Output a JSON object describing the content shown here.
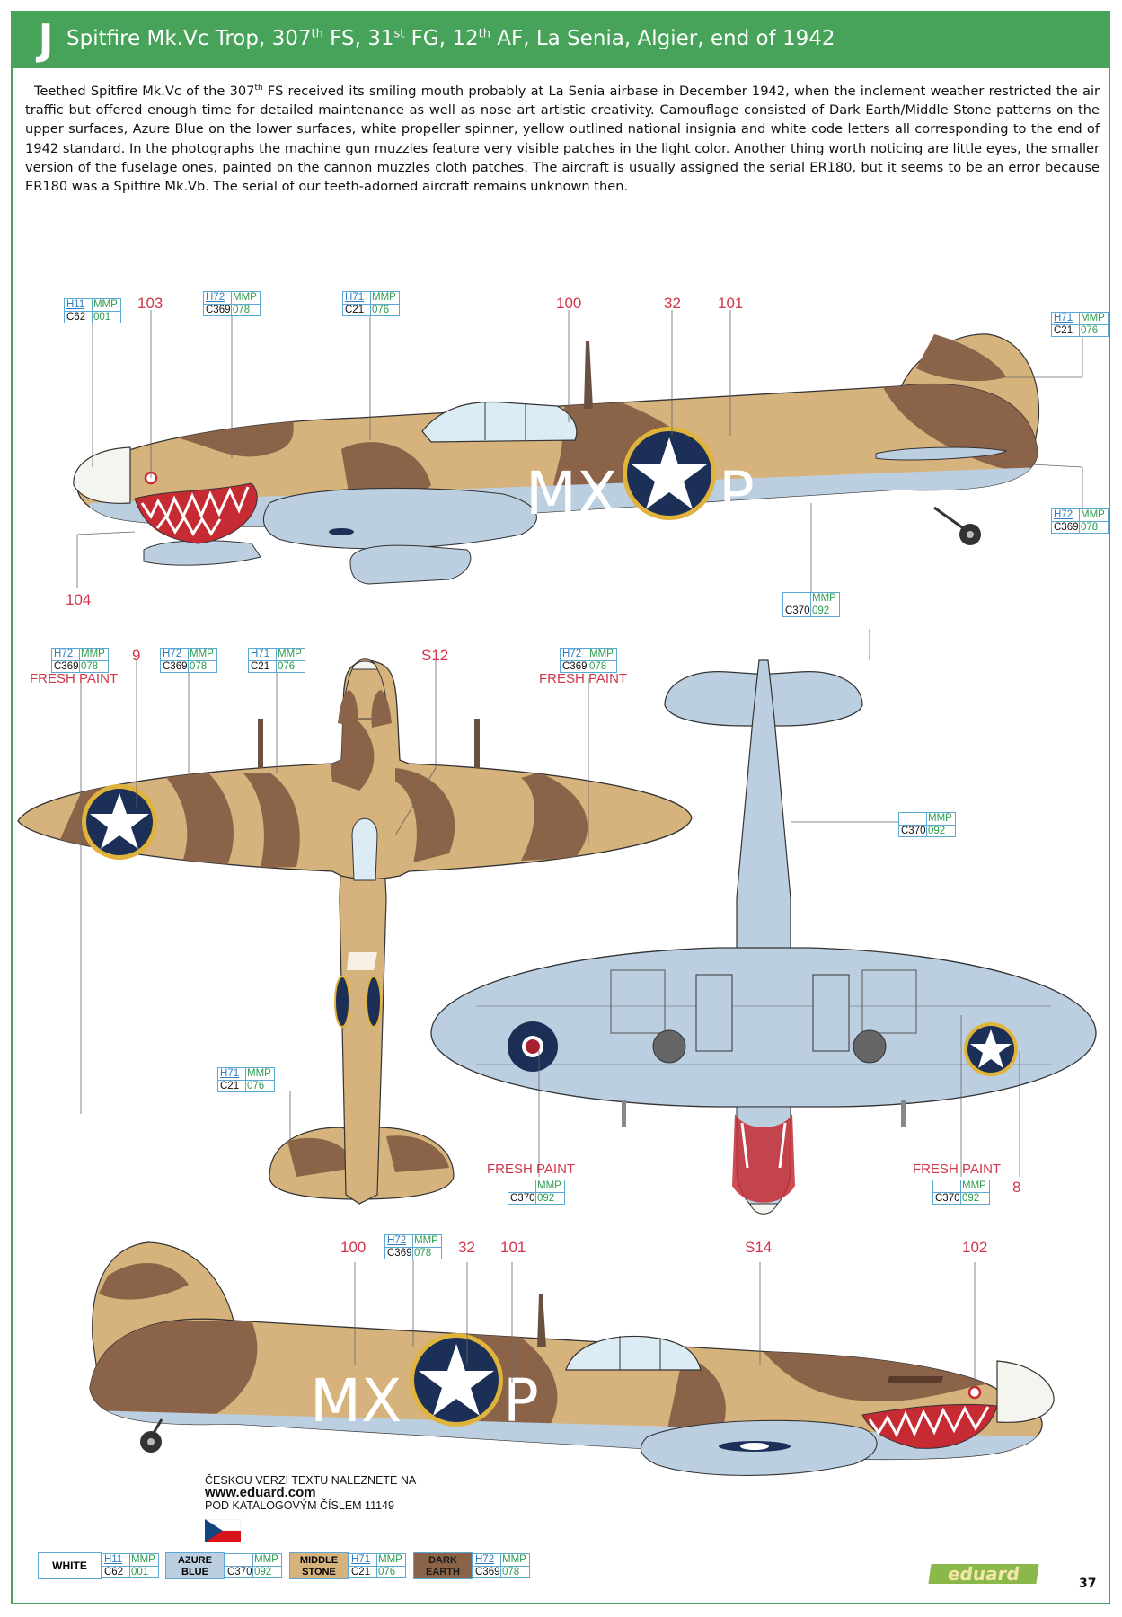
{
  "header": {
    "letter": "J",
    "title_parts": [
      "Spitfire Mk.Vc Trop, 307",
      "th",
      " FS, 31",
      "st",
      " FG, 12",
      "th",
      " AF, La Senia, Algier, end of 1942"
    ]
  },
  "intro": {
    "p_parts": [
      "Teethed Spitfire Mk.Vc of the 307",
      "th",
      " FS received its smiling mouth probably at La Senia airbase in December 1942, when the inclement weather restricted the air traffic but offered enough time for detailed maintenance as well as nose art artistic creativity. Camouflage consisted of Dark Earth/Middle Stone patterns on the upper surfaces, Azure Blue on the lower surfaces, white propeller spinner, yellow outlined national insignia and white code letters all corresponding to the end of 1942 standard. In the photographs the machine gun muzzles feature very visible patches in the light color. Another thing worth noticing are little eyes, the smaller version of the fuselage ones, painted on the cannon muzzles cloth patches. The aircraft is usually assigned the serial ER180, but it seems to be an error because ER180 was a Spitfire Mk.Vb. The serial of our teeth-adorned aircraft remains unknown then."
    ]
  },
  "codes": {
    "code_letters": "MX",
    "individual": "P"
  },
  "callouts": {
    "c103": "103",
    "c100": "100",
    "c32": "32",
    "c101": "101",
    "c104": "104",
    "c9": "9",
    "cS12": "S12",
    "c8": "8",
    "c100b": "100",
    "c32b": "32",
    "c101b": "101",
    "cS14": "S14",
    "c102": "102"
  },
  "fresh_paint": "FRESH PAINT",
  "paint_codes": {
    "white": {
      "h": "H11",
      "m": "MMP",
      "c": "C62",
      "n": "001"
    },
    "azure": {
      "h": "",
      "m": "MMP",
      "c": "C370",
      "n": "092"
    },
    "stone": {
      "h": "H71",
      "m": "MMP",
      "c": "C21",
      "n": "076"
    },
    "earth": {
      "h": "H72",
      "m": "MMP",
      "c": "C369",
      "n": "078"
    }
  },
  "legend": {
    "white": "WHITE",
    "azure": "AZURE BLUE",
    "stone": "MIDDLE STONE",
    "earth": "DARK EARTH"
  },
  "colors": {
    "accent_green": "#47a35a",
    "middle_stone": "#d6b27c",
    "dark_earth": "#8a6348",
    "azure_blue": "#bccfe0",
    "insignia_blue": "#1c2f57",
    "insignia_yellow": "#e0b33b",
    "callout_red": "#d1364a"
  },
  "czech_note": {
    "line1": "ČESKOU VERZI TEXTU NALEZNETE NA",
    "url": "www.eduard.com",
    "line3": "POD KATALOGOVÝM ČÍSLEM 11149"
  },
  "brand": "eduard",
  "page_number": "37"
}
